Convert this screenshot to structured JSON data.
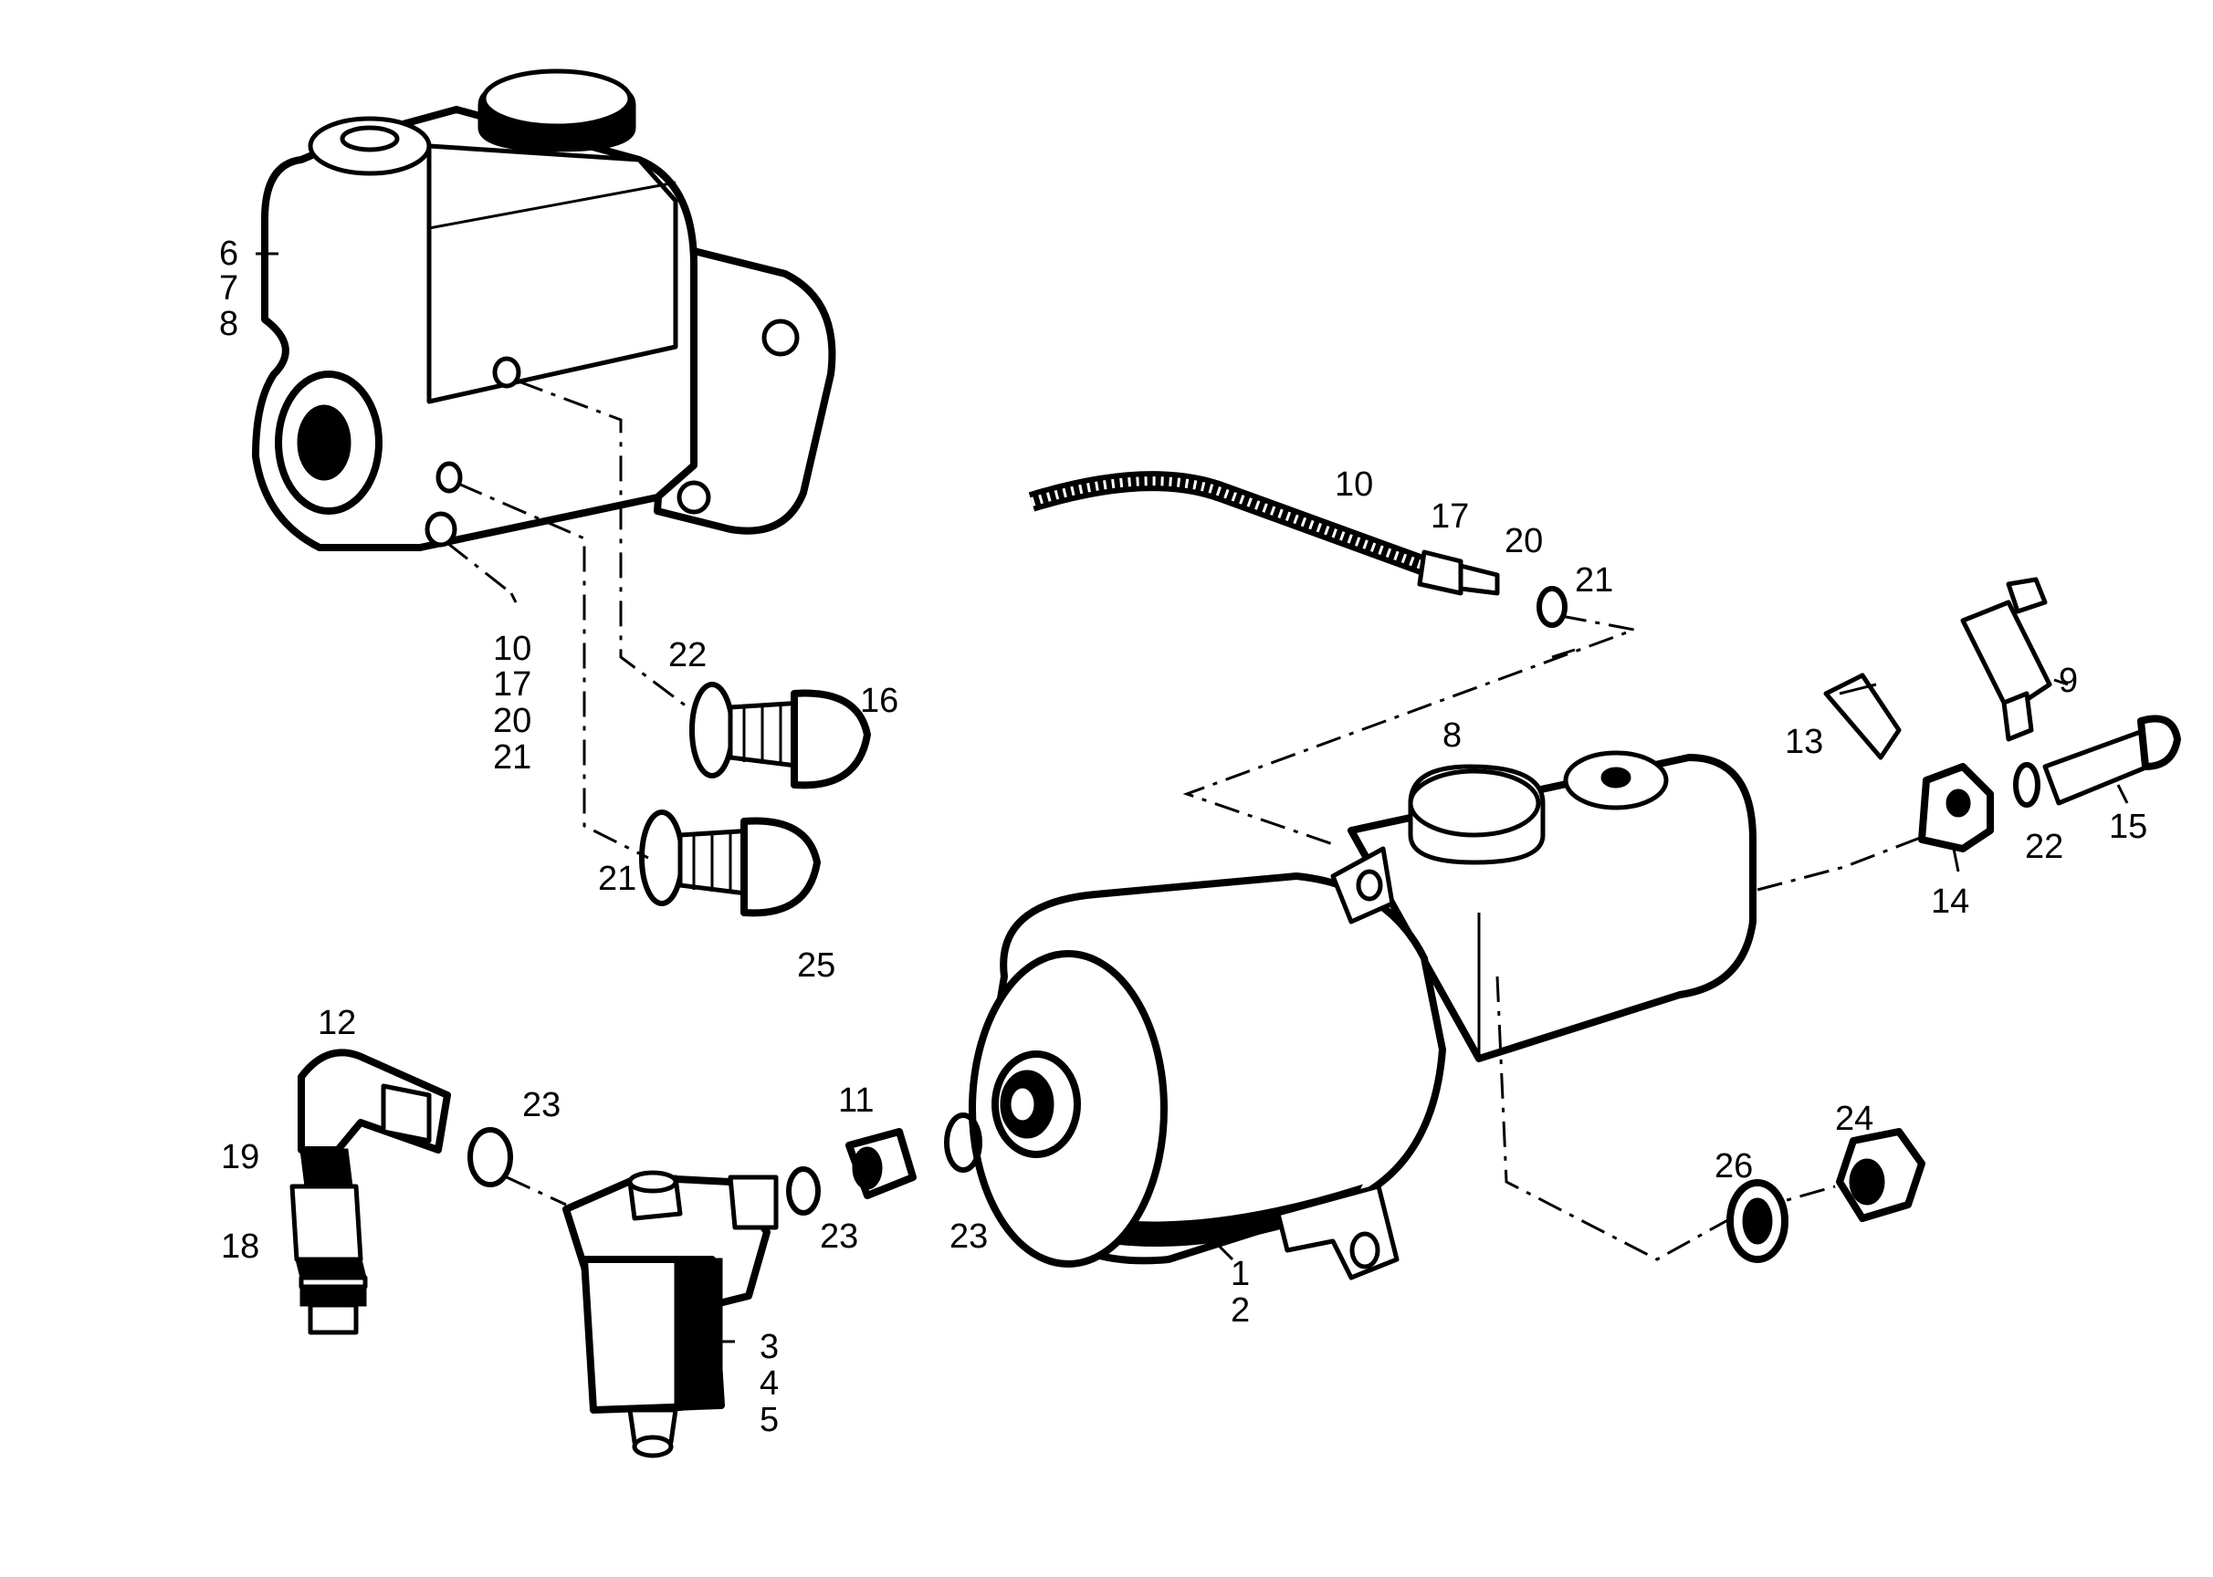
{
  "labels": {
    "l6": "6",
    "l7": "7",
    "l8a": "8",
    "l10a": "10",
    "l17a": "17",
    "l20a": "20",
    "l21a": "21",
    "l22a": "22",
    "l16": "16",
    "l21b": "21",
    "l25": "25",
    "l10b": "10",
    "l17b": "17",
    "l20b": "20",
    "l21c": "21",
    "l8b": "8",
    "l9": "9",
    "l13": "13",
    "l14": "14",
    "l15": "15",
    "l22b": "22",
    "l12": "12",
    "l23a": "23",
    "l19": "19",
    "l18": "18",
    "l11": "11",
    "l23b": "23",
    "l23c": "23",
    "l3": "3",
    "l4": "4",
    "l5": "5",
    "l1": "1",
    "l2": "2",
    "l26": "26",
    "l24": "24"
  }
}
